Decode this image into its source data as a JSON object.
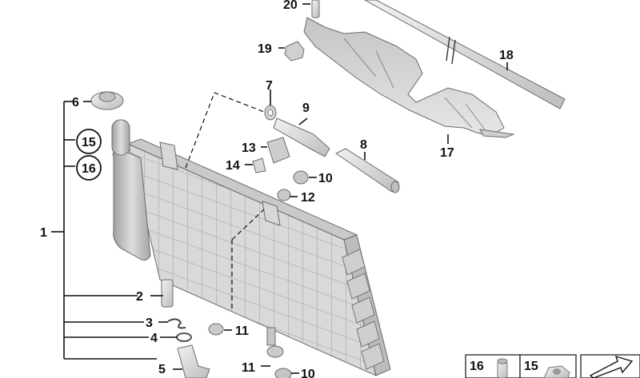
{
  "labels": {
    "p1": "1",
    "p2": "2",
    "p3": "3",
    "p4": "4",
    "p5": "5",
    "p6": "6",
    "p7": "7",
    "p8": "8",
    "p9": "9",
    "p10a": "10",
    "p10b": "10",
    "p11a": "11",
    "p11b": "11",
    "p12": "12",
    "p13": "13",
    "p14": "14",
    "p15": "15",
    "p16": "16",
    "p17": "17",
    "p18": "18",
    "p19": "19",
    "p20": "20"
  },
  "legend": {
    "item16": "16",
    "item15": "15"
  },
  "colors": {
    "part_fill": "#dcdcdc",
    "part_dark": "#a9a9a9",
    "line": "#111111"
  }
}
